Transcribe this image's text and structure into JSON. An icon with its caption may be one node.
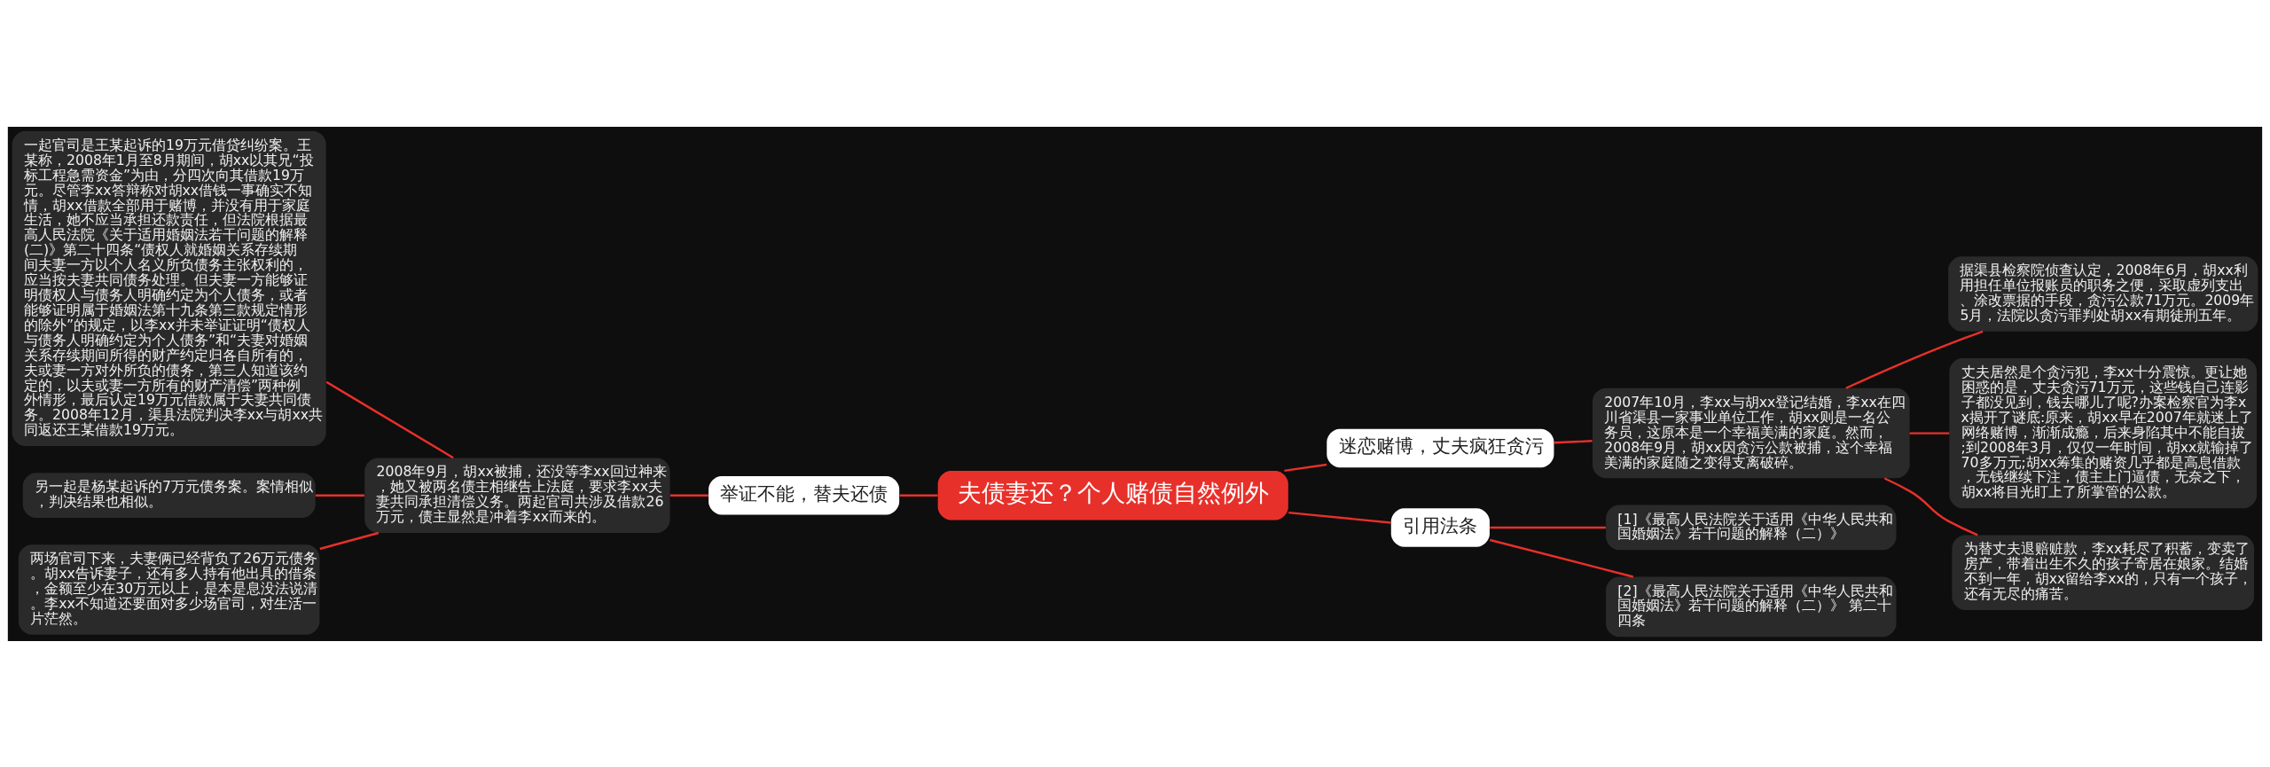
{
  "diagram": {
    "nodes": [
      {
        "text": [
          "夫债妻还？个人赌债自然例外"
        ]
      },
      {
        "text": [
          "举证不能，替夫还债"
        ]
      },
      {
        "text": [
          "2008年9月，胡xx被捕，还没等李xx回过神来，她又被两名债主相继告上法庭，要求李xx夫妻共同承担清偿义务。两起官司共涉及借款26万元，债主显然是冲着李xx而来的。"
        ]
      },
      {
        "text": [
          "一起官司是王某起诉的19万元借贷纠纷案。王某称，2008年1月至8月期间，胡xx以其兄“投标工程急需资金”为由，分四次向其借款19万元。尽管李xx答辩称对胡xx借钱一事确实不知情，胡xx借款全部用于赌博，并没有用于家庭生活，她不应当承担还款责任，但法院根据最高人民法院《关于适用婚姻法若干问题的解释(二)》第二十四条“债权人就婚姻关系存续期间夫妻一方以个人名义所负债务主张权利的，应当按夫妻共同债务处理。但夫妻一方能够证明债权人与债务人明确约定为个人债务，或者能够证明属于婚姻法第十九条第三款规定情形的除外”的规定，以李xx并未举证证明“债权人与债务人明确约定为个人债务”和“夫妻对婚姻关系存续期间所得的财产约定归各自所有的，夫或妻一方对外所负的债务，第三人知道该约定的，以夫或妻一方所有的财产清偿”两种例外情形，最后认定19万元借款属于夫妻共同债务。2008年12月，渠县法院判决李xx与胡xx共同返还王某借款19万元。"
        ]
      },
      {
        "text": [
          "另一起是杨某起诉的7万元债务案。案情相似，判决结果也相似。"
        ]
      },
      {
        "text": [
          "两场官司下来，夫妻俩已经背负了26万元债务。胡xx告诉妻子，还有多人持有他出具的借条，金额至少在30万元以上，是本是息没法说清。李xx不知道还要面对多少场官司，对生活一片茫然。"
        ]
      },
      {
        "text": [
          "迷恋赌博，丈夫疯狂贪污"
        ]
      },
      {
        "text": [
          "2007年10月，李xx与胡xx登记结婚，李xx在四川省渠县一家事业单位工作，胡xx则是一名公务员，这原本是一个幸福美满的家庭。然而，2008年9月，胡xx因贪污公款被捕，这个幸福美满的家庭随之变得支离破碎。"
        ]
      },
      {
        "text": [
          "据渠县检察院侦查认定，2008年6月，胡xx利用担任单位报账员的职务之便，采取虚列支出、涂改票据的手段，贪污公款71万元。2009年5月，法院以贪污罪判处胡xx有期徒刑五年。"
        ]
      },
      {
        "text": [
          "丈夫居然是个贪污犯，李xx十分震惊。更让她困惑的是，丈夫贪污71万元，这些钱自己连影子都没见到，钱去哪儿了呢?办案检察官为李xx揭开了谜底:原来，胡xx早在2007年就迷上了网络赌博，渐渐成瘾，后来身陷其中不能自拔;到2008年3月，仅仅一年时间，胡xx就输掉了70多万元;胡xx筹集的赌资几乎都是高息借款，无钱继续下注，债主上门逼债，无奈之下，胡xx将目光盯上了所掌管的公款。"
        ]
      },
      {
        "text": [
          "为替丈夫退赔赃款，李xx耗尽了积蓄，变卖了房产，带着出生不久的孩子寄居在娘家。结婚不到一年，胡xx留给李xx的，只有一个孩子，还有无尽的痛苦。"
        ]
      },
      {
        "text": [
          "引用法条"
        ]
      },
      {
        "text": [
          "[1]《最高人民法院关于适用《中华人民共和国婚姻法》若干问题的解释（二）》"
        ]
      },
      {
        "text": [
          "[2]《最高人民法院关于适用《中华人民共和国婚姻法》若干问题的解释（二）》 第二十四条"
        ]
      }
    ],
    "edges": [
      {
        "from": 3,
        "to": 2,
        "arrow": "none"
      },
      {
        "from": 4,
        "to": 2,
        "arrow": "none"
      },
      {
        "from": 5,
        "to": 2,
        "arrow": "none"
      },
      {
        "from": 2,
        "to": 1,
        "arrow": "none"
      },
      {
        "from": 1,
        "to": 0,
        "arrow": "none"
      },
      {
        "from": 0,
        "to": 6,
        "arrow": "none"
      },
      {
        "from": 6,
        "to": 7,
        "arrow": "none"
      },
      {
        "from": 7,
        "to": 8,
        "arrow": "none"
      },
      {
        "from": 7,
        "to": 9,
        "arrow": "none"
      },
      {
        "from": 7,
        "to": 10,
        "arrow": "none"
      },
      {
        "from": 0,
        "to": 11,
        "arrow": "none"
      },
      {
        "from": 11,
        "to": 12,
        "arrow": "none"
      },
      {
        "from": 11,
        "to": 13,
        "arrow": "none"
      }
    ]
  }
}
